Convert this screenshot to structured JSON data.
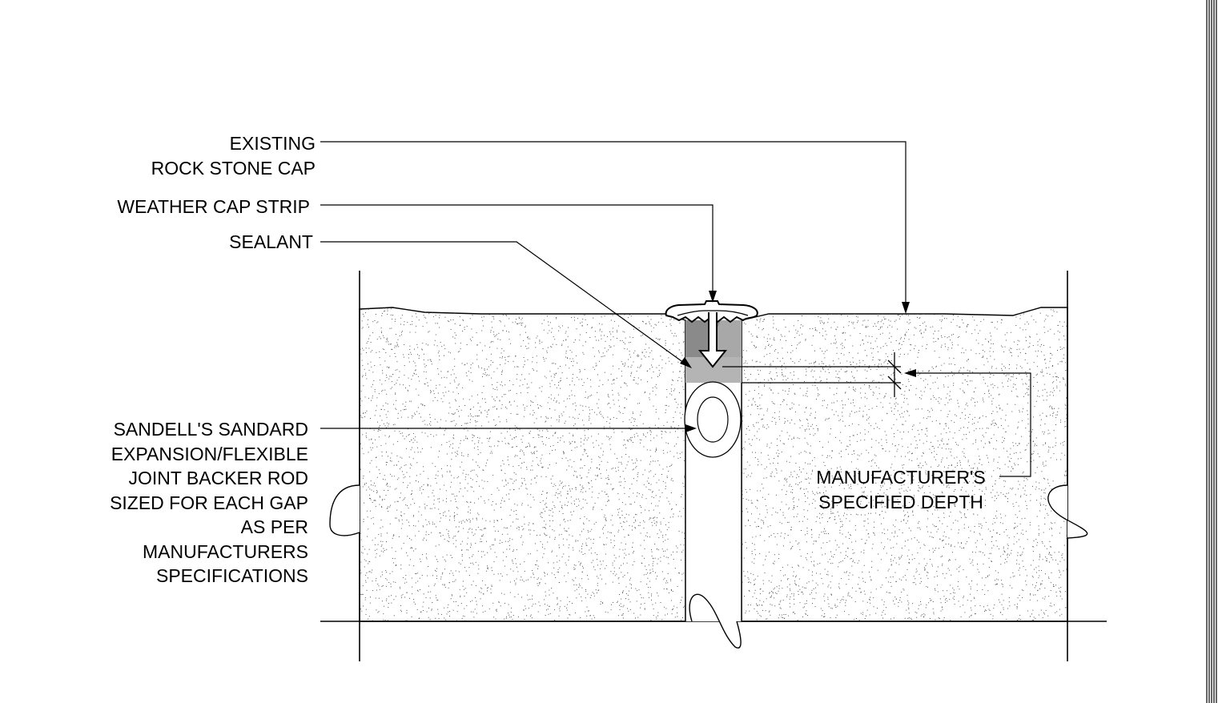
{
  "labels": {
    "existing_cap": [
      "EXISTING",
      "ROCK STONE CAP"
    ],
    "weather_cap": [
      "WEATHER CAP STRIP"
    ],
    "sealant": [
      "SEALANT"
    ],
    "backer_rod": [
      "SANDELL'S SANDARD",
      "EXPANSION/FLEXIBLE",
      "JOINT BACKER ROD",
      "SIZED FOR EACH GAP",
      "AS PER",
      "MANUFACTURERS",
      "SPECIFICATIONS"
    ],
    "depth": [
      "MANUFACTURER'S",
      "SPECIFIED DEPTH"
    ]
  },
  "colors": {
    "ink": "#000000",
    "sealant_fill": "#8a8a8a",
    "sealant_light": "#b9b9b9",
    "stone_fill": "#ffffff",
    "stipple": "#555555"
  }
}
